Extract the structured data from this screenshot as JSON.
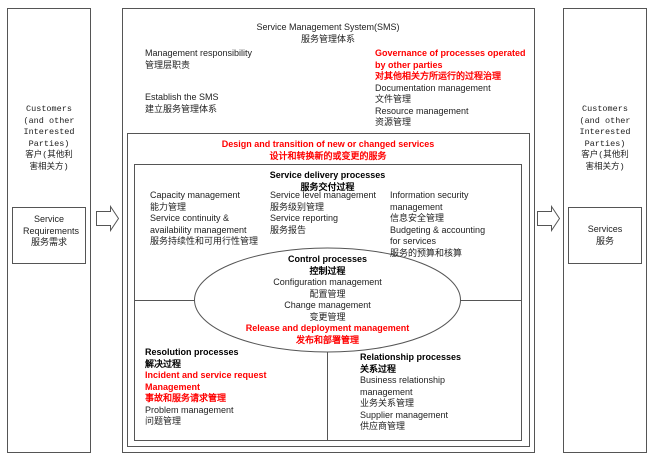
{
  "customers_left": {
    "en": "Customers (and other Interested Parties)",
    "zh": "客户(其他利害相关方)"
  },
  "requirements": {
    "en": "Service Requirements",
    "zh": "服务需求"
  },
  "sms": {
    "title": "Service Management System(SMS)",
    "title_zh": "服务管理体系",
    "left": [
      {
        "en": "Management responsibility",
        "zh": "管理层职责"
      },
      {
        "en": "Establish the SMS",
        "zh": "建立服务管理体系"
      }
    ],
    "governance": {
      "en": "Governance of processes operated by other parties",
      "zh": "对其他相关方所运行的过程治理"
    },
    "right": [
      {
        "en": "Documentation management",
        "zh": "文件管理"
      },
      {
        "en": "Resource management",
        "zh": "资源管理"
      }
    ]
  },
  "design": {
    "en": "Design and transition of new or changed services",
    "zh": "设计和转换新的或变更的服务"
  },
  "delivery": {
    "title": "Service delivery processes",
    "title_zh": "服务交付过程",
    "col1": [
      {
        "en": "Capacity management",
        "zh": "能力管理"
      },
      {
        "en": "Service continuity & availability management",
        "zh": "服务持续性和可用行性管理"
      }
    ],
    "col2": [
      {
        "en": "Service level management",
        "zh": "服务级别管理"
      },
      {
        "en": "Service reporting",
        "zh": "服务报告"
      }
    ],
    "col3": [
      {
        "en": "Information security management",
        "zh": "信息安全管理"
      },
      {
        "en": "Budgeting & accounting for services",
        "zh": "服务的预算和核算"
      }
    ]
  },
  "control": {
    "title": "Control processes",
    "title_zh": "控制过程",
    "items": [
      {
        "en": "Configuration management",
        "zh": "配置管理"
      },
      {
        "en": "Change management",
        "zh": "变更管理"
      }
    ],
    "release": {
      "en": "Release and deployment management",
      "zh": "发布和部署管理"
    }
  },
  "resolution": {
    "title": "Resolution processes",
    "title_zh": "解决过程",
    "incident": {
      "en": "Incident and service request Management",
      "zh": "事故和服务请求管理"
    },
    "problem": {
      "en": "Problem management",
      "zh": "问题管理"
    }
  },
  "relationship": {
    "title": "Relationship processes",
    "title_zh": "关系过程",
    "items": [
      {
        "en": "Business relationship management",
        "zh": "业务关系管理"
      },
      {
        "en": "Supplier management",
        "zh": "供应商管理"
      }
    ]
  },
  "customers_right": {
    "en": "Customers (and other Interested Parties)",
    "zh": "客户(其他利害相关方)"
  },
  "services": {
    "en": "Services",
    "zh": "服务"
  }
}
